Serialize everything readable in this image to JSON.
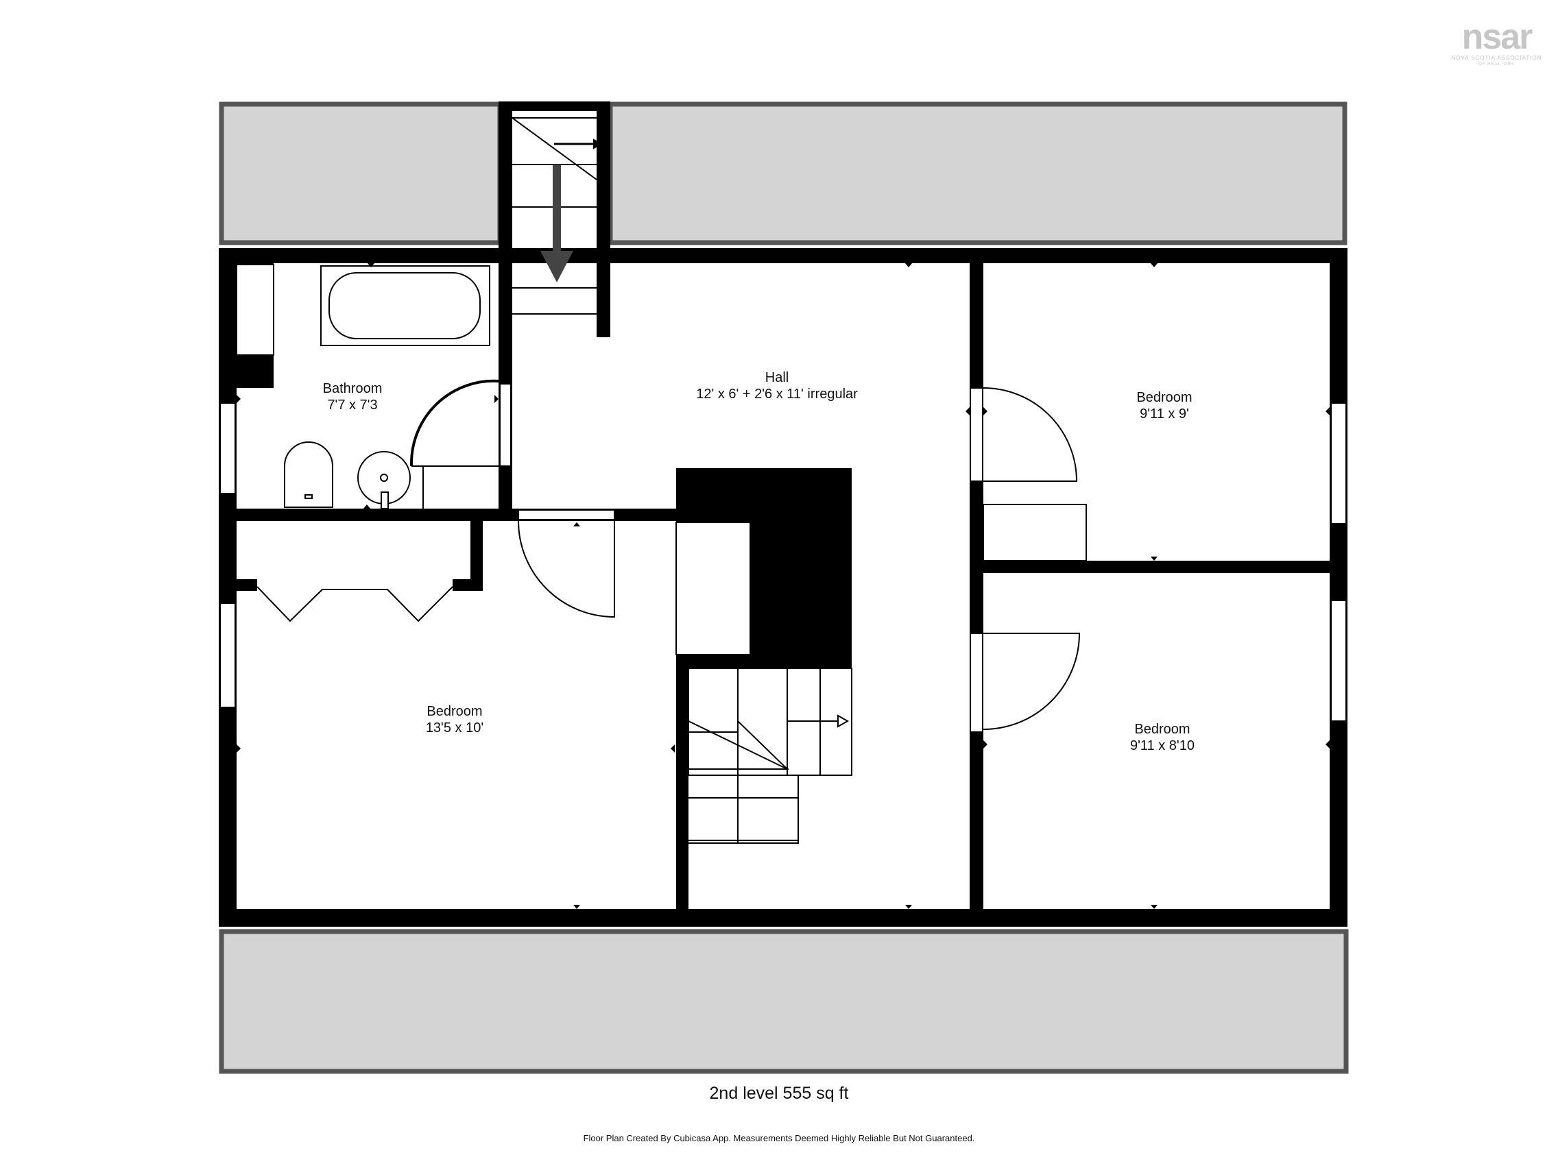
{
  "floor_plan": {
    "rooms": {
      "bathroom": {
        "name": "Bathroom",
        "dimensions": "7'7 x 7'3"
      },
      "hall": {
        "name": "Hall",
        "dimensions": "12' x 6' + 2'6 x 11' irregular"
      },
      "bedroom_ne": {
        "name": "Bedroom",
        "dimensions": "9'11 x 9'"
      },
      "bedroom_w": {
        "name": "Bedroom",
        "dimensions": "13'5 x 10'"
      },
      "bedroom_se": {
        "name": "Bedroom",
        "dimensions": "9'11 x 8'10"
      }
    },
    "level_label": "2nd level 555 sq ft",
    "disclaimer": "Floor Plan Created By Cubicasa App. Measurements Deemed Highly Reliable But Not Guaranteed."
  },
  "logo": {
    "mark": "nsar",
    "line1": "NOVA SCOTIA ASSOCIATION",
    "line2": "OF REALTORS"
  },
  "colors": {
    "wall": "#000000",
    "roof_area": "#d4d4d4",
    "roof_border": "#555555",
    "logo": "#c6c6c6"
  }
}
